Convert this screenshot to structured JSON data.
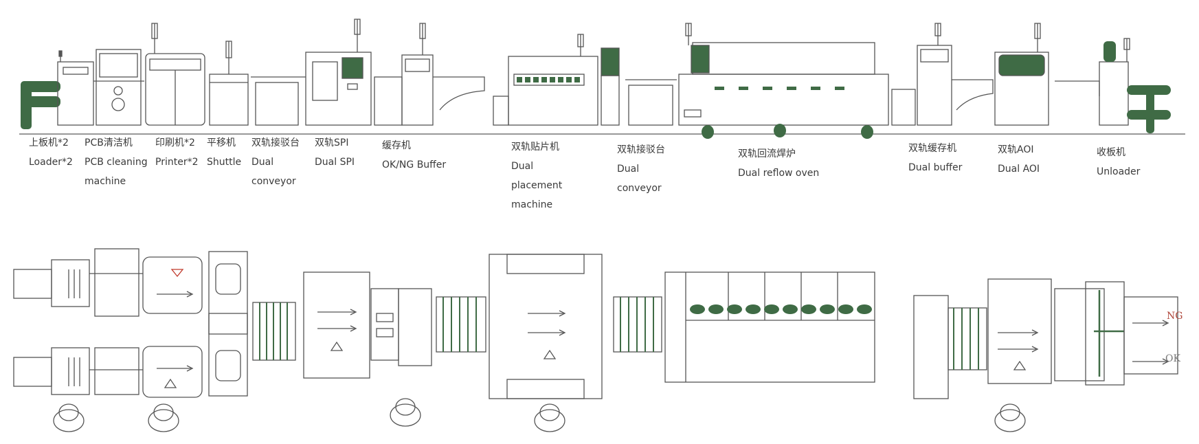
{
  "stations": [
    {
      "zh": "上板机*2",
      "en": [
        "Loader*2"
      ]
    },
    {
      "zh": "PCB清洁机",
      "en": [
        "PCB cleaning",
        "machine"
      ]
    },
    {
      "zh": "印刷机*2",
      "en": [
        "Printer*2"
      ]
    },
    {
      "zh": "平移机",
      "en": [
        "Shuttle"
      ]
    },
    {
      "zh": "双轨接驳台",
      "en": [
        "Dual",
        "conveyor"
      ]
    },
    {
      "zh": "双轨SPI",
      "en": [
        "Dual SPI"
      ]
    },
    {
      "zh": "缓存机",
      "en": [
        "OK/NG Buffer"
      ]
    },
    {
      "zh": "双轨贴片机",
      "en": [
        "Dual",
        "placement",
        "machine"
      ]
    },
    {
      "zh": "双轨接驳台",
      "en": [
        "Dual",
        "conveyor"
      ]
    },
    {
      "zh": "双轨回流焊炉",
      "en": [
        "Dual reflow oven"
      ]
    },
    {
      "zh": "双轨缓存机",
      "en": [
        "Dual buffer"
      ]
    },
    {
      "zh": "双轨AOI",
      "en": [
        "Dual AOI"
      ]
    },
    {
      "zh": "收板机",
      "en": [
        "Unloader"
      ]
    }
  ],
  "unloader_marks": {
    "top": "NG",
    "bottom": "OK"
  },
  "colors": {
    "line": "#555555",
    "green": "#3f6b45",
    "lightgreen": "#5a8a60",
    "red": "#c0392b"
  }
}
